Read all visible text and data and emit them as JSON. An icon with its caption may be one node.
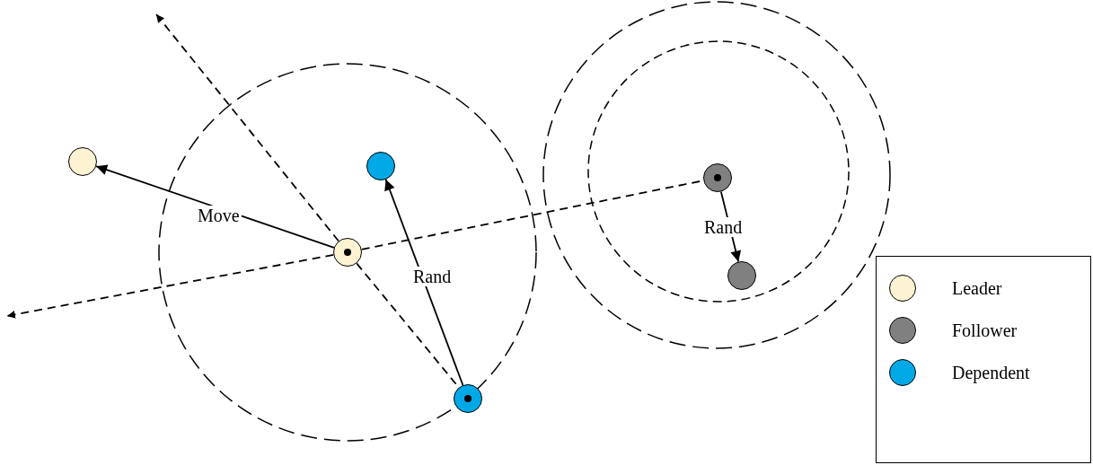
{
  "diagram": {
    "nodes": [
      {
        "text": [],
        "shape": "circle"
      },
      {
        "text": [],
        "shape": "circle"
      },
      {
        "text": [],
        "shape": "circle"
      },
      {
        "text": [],
        "shape": "circle"
      },
      {
        "text": [],
        "shape": "circle"
      },
      {
        "text": [],
        "shape": "circle"
      }
    ],
    "edges": [
      {
        "from": 1,
        "to": 0,
        "arrow": "to",
        "label": "Move"
      },
      {
        "from": 3,
        "to": 2,
        "arrow": "to",
        "label": "Rand"
      },
      {
        "from": 4,
        "to": 5,
        "arrow": "to",
        "label": "Rand"
      },
      {
        "from": 1,
        "to": null,
        "arrow": "to",
        "style": "dashed"
      },
      {
        "from": 1,
        "to": 3,
        "arrow": "none",
        "style": "dashed"
      },
      {
        "from": 1,
        "to": null,
        "arrow": "to",
        "style": "dashed"
      },
      {
        "from": 1,
        "to": 4,
        "arrow": "none",
        "style": "dashed"
      }
    ],
    "legend": [
      {
        "text": "Leader",
        "color": "#fdf3d2"
      },
      {
        "text": "Follower",
        "color": "#808080"
      },
      {
        "text": "Dependent",
        "color": "#00a8e6"
      }
    ]
  }
}
